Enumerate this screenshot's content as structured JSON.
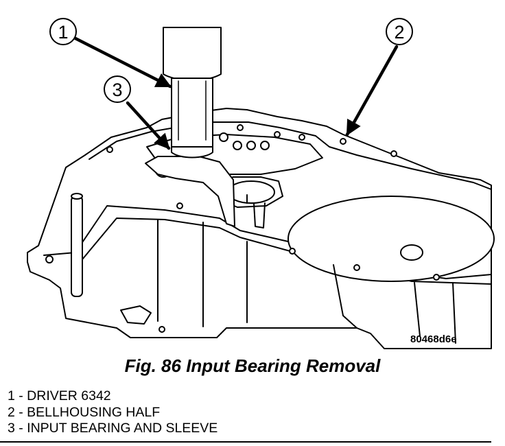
{
  "figure": {
    "caption": "Fig. 86 Input Bearing Removal",
    "image_code": "80468d6e"
  },
  "callouts": [
    {
      "number": "1",
      "target": "driver"
    },
    {
      "number": "2",
      "target": "bellhousing"
    },
    {
      "number": "3",
      "target": "input-bearing"
    }
  ],
  "legend": [
    "1 - DRIVER 6342",
    "2 - BELLHOUSING HALF",
    "3 - INPUT BEARING AND SLEEVE"
  ],
  "colors": {
    "ink": "#000000",
    "paper": "#ffffff"
  }
}
